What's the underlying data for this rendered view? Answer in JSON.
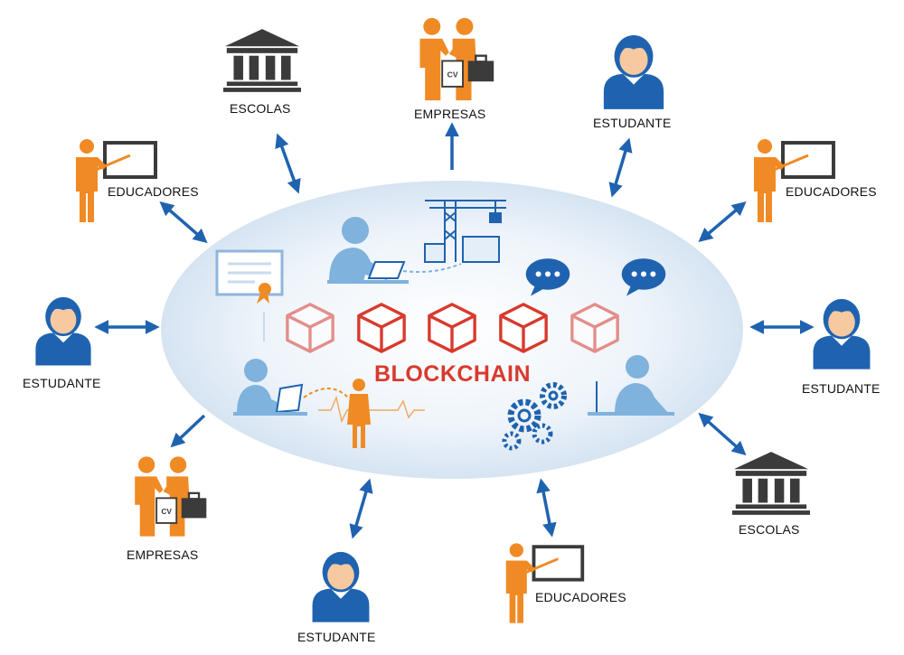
{
  "center": {
    "title": "BLOCKCHAIN"
  },
  "colors": {
    "orange": "#f08a24",
    "blue": "#1f63b0",
    "dark": "#3b3b3b",
    "red": "#d83a2e",
    "light": "#7fb2dc"
  },
  "nodes": [
    {
      "id": "escolas-top",
      "label": "ESCOLAS",
      "icon": "school-icon"
    },
    {
      "id": "empresas-top",
      "label": "EMPRESAS",
      "icon": "handshake-icon"
    },
    {
      "id": "estudante-top",
      "label": "ESTUDANTE",
      "icon": "student-icon"
    },
    {
      "id": "educadores-left",
      "label": "EDUCADORES",
      "icon": "teacher-icon"
    },
    {
      "id": "educadores-right",
      "label": "EDUCADORES",
      "icon": "teacher-icon"
    },
    {
      "id": "estudante-left",
      "label": "ESTUDANTE",
      "icon": "student-icon"
    },
    {
      "id": "estudante-right",
      "label": "ESTUDANTE",
      "icon": "student-icon"
    },
    {
      "id": "empresas-bottom",
      "label": "EMPRESAS",
      "icon": "handshake-icon"
    },
    {
      "id": "escolas-right",
      "label": "ESCOLAS",
      "icon": "school-icon"
    },
    {
      "id": "estudante-bottom",
      "label": "ESTUDANTE",
      "icon": "student-icon"
    },
    {
      "id": "educadores-bottom",
      "label": "EDUCADORES",
      "icon": "teacher-icon"
    }
  ],
  "cv_text": "CV"
}
